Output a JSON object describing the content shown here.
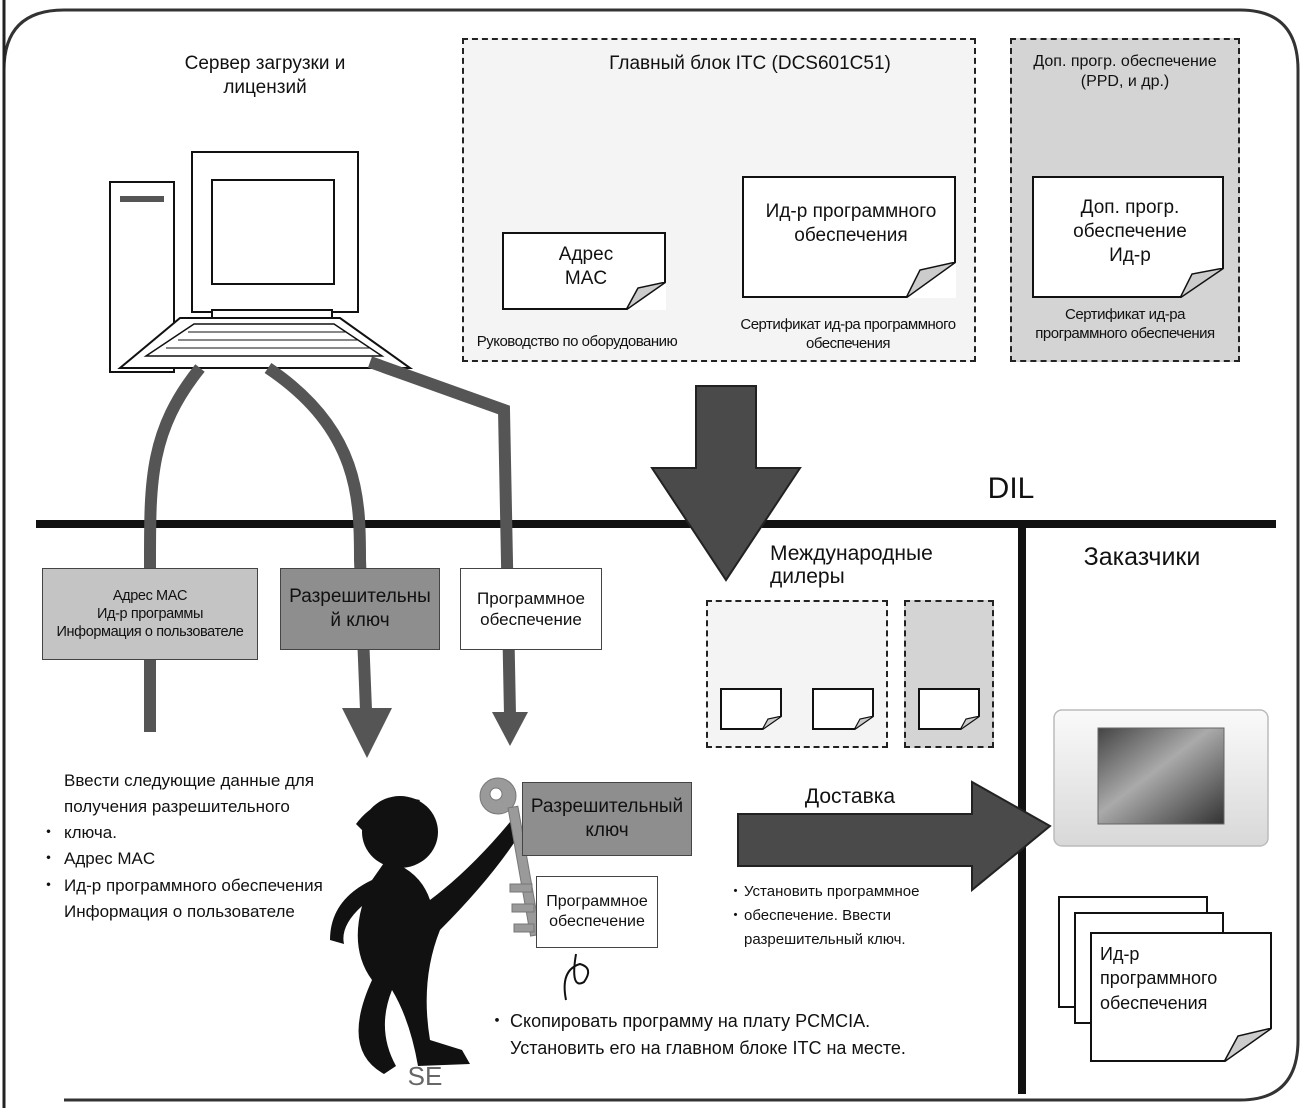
{
  "server": {
    "label": "Сервер загрузки и\nлицензий"
  },
  "itc_main": {
    "title": "Главный блок ITC (DCS601C51)",
    "mac_doc": "Адрес\nMAC",
    "sw_id_doc": "Ид-р программного\nобеспечения",
    "hw_manual": "Руководство по оборудованию",
    "sw_cert": "Сертификат ид-ра программного\nобеспечения"
  },
  "addon": {
    "title": "Доп. прогр. обеспечение\n(PPD, и др.)",
    "doc": "Доп. прогр.\nобеспечение\nИд-р",
    "cert": "Сертификат ид-ра\nпрограммного обеспечения"
  },
  "dil": "DIL",
  "dealers": "Международные\nдилеры",
  "customers": "Заказчики",
  "flows": {
    "info": "Адрес MAC\nИд-р программы\nИнформация о пользователе",
    "license_key": "Разрешительны\nй ключ",
    "software": "Программное\nобеспечение"
  },
  "instructions": {
    "lead": "Ввести следующие данные для\nполучения разрешительного",
    "items": [
      "ключа.",
      "Адрес MAC",
      "Ид-р программного обеспечения"
    ],
    "extra": "Информация о пользователе"
  },
  "se_key": "Разрешительный\nключ",
  "se_software": "Программное\nобеспечение",
  "se_label": "SE",
  "copy_note": "Скопировать программу на плату PCMCIA.\nУстановить его на главном блоке ITC на месте.",
  "delivery": "Доставка",
  "install_note": {
    "line1": "Установить программное",
    "line2": "обеспечение. Ввести",
    "line3": "разрешительный ключ."
  },
  "customer_doc": "Ид-р\nпрограммного\nобеспечения"
}
